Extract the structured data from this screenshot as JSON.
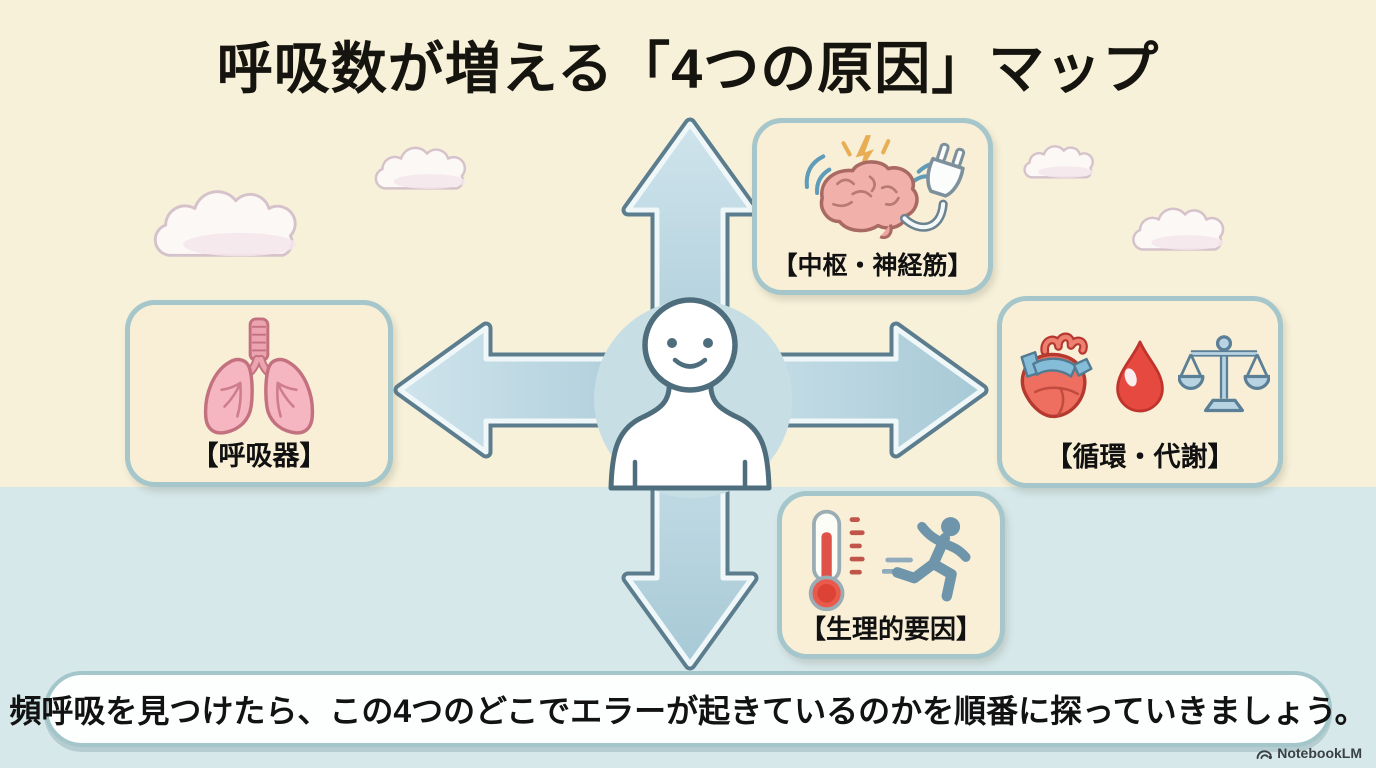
{
  "title": "呼吸数が増える「4つの原因」マップ",
  "nodes": {
    "top": {
      "label": "【中枢・神経筋】",
      "icons": [
        "brain-icon",
        "lightning-icon",
        "vibration-arcs-icon",
        "power-plug-icon"
      ]
    },
    "left": {
      "label": "【呼吸器】",
      "icons": [
        "lungs-icon"
      ]
    },
    "right": {
      "label": "【循環・代謝】",
      "icons": [
        "heart-icon",
        "blood-drop-icon",
        "balance-scale-icon"
      ]
    },
    "bottom": {
      "label": "【生理的要因】",
      "icons": [
        "thermometer-icon",
        "running-person-icon"
      ]
    }
  },
  "center": {
    "figure": "smiling-person",
    "arrows": [
      "up",
      "down",
      "left",
      "right"
    ]
  },
  "banner": "頻呼吸を見つけたら、この4つのどこでエラーが起きているのかを順番に探っていきましょう。",
  "watermark": "NotebookLM",
  "colors": {
    "sky": "#f8f1da",
    "ground": "#d7e8ea",
    "node_fill": "#f9efd6",
    "node_border": "#a5c6ca",
    "arrow_fill": "#bcd7e1",
    "arrow_outline": "#5b7d8e",
    "center_circle": "#c7dfe4",
    "person_outline": "#4e6e7d",
    "banner_fill": "#fdfffe",
    "text": "#111111"
  }
}
